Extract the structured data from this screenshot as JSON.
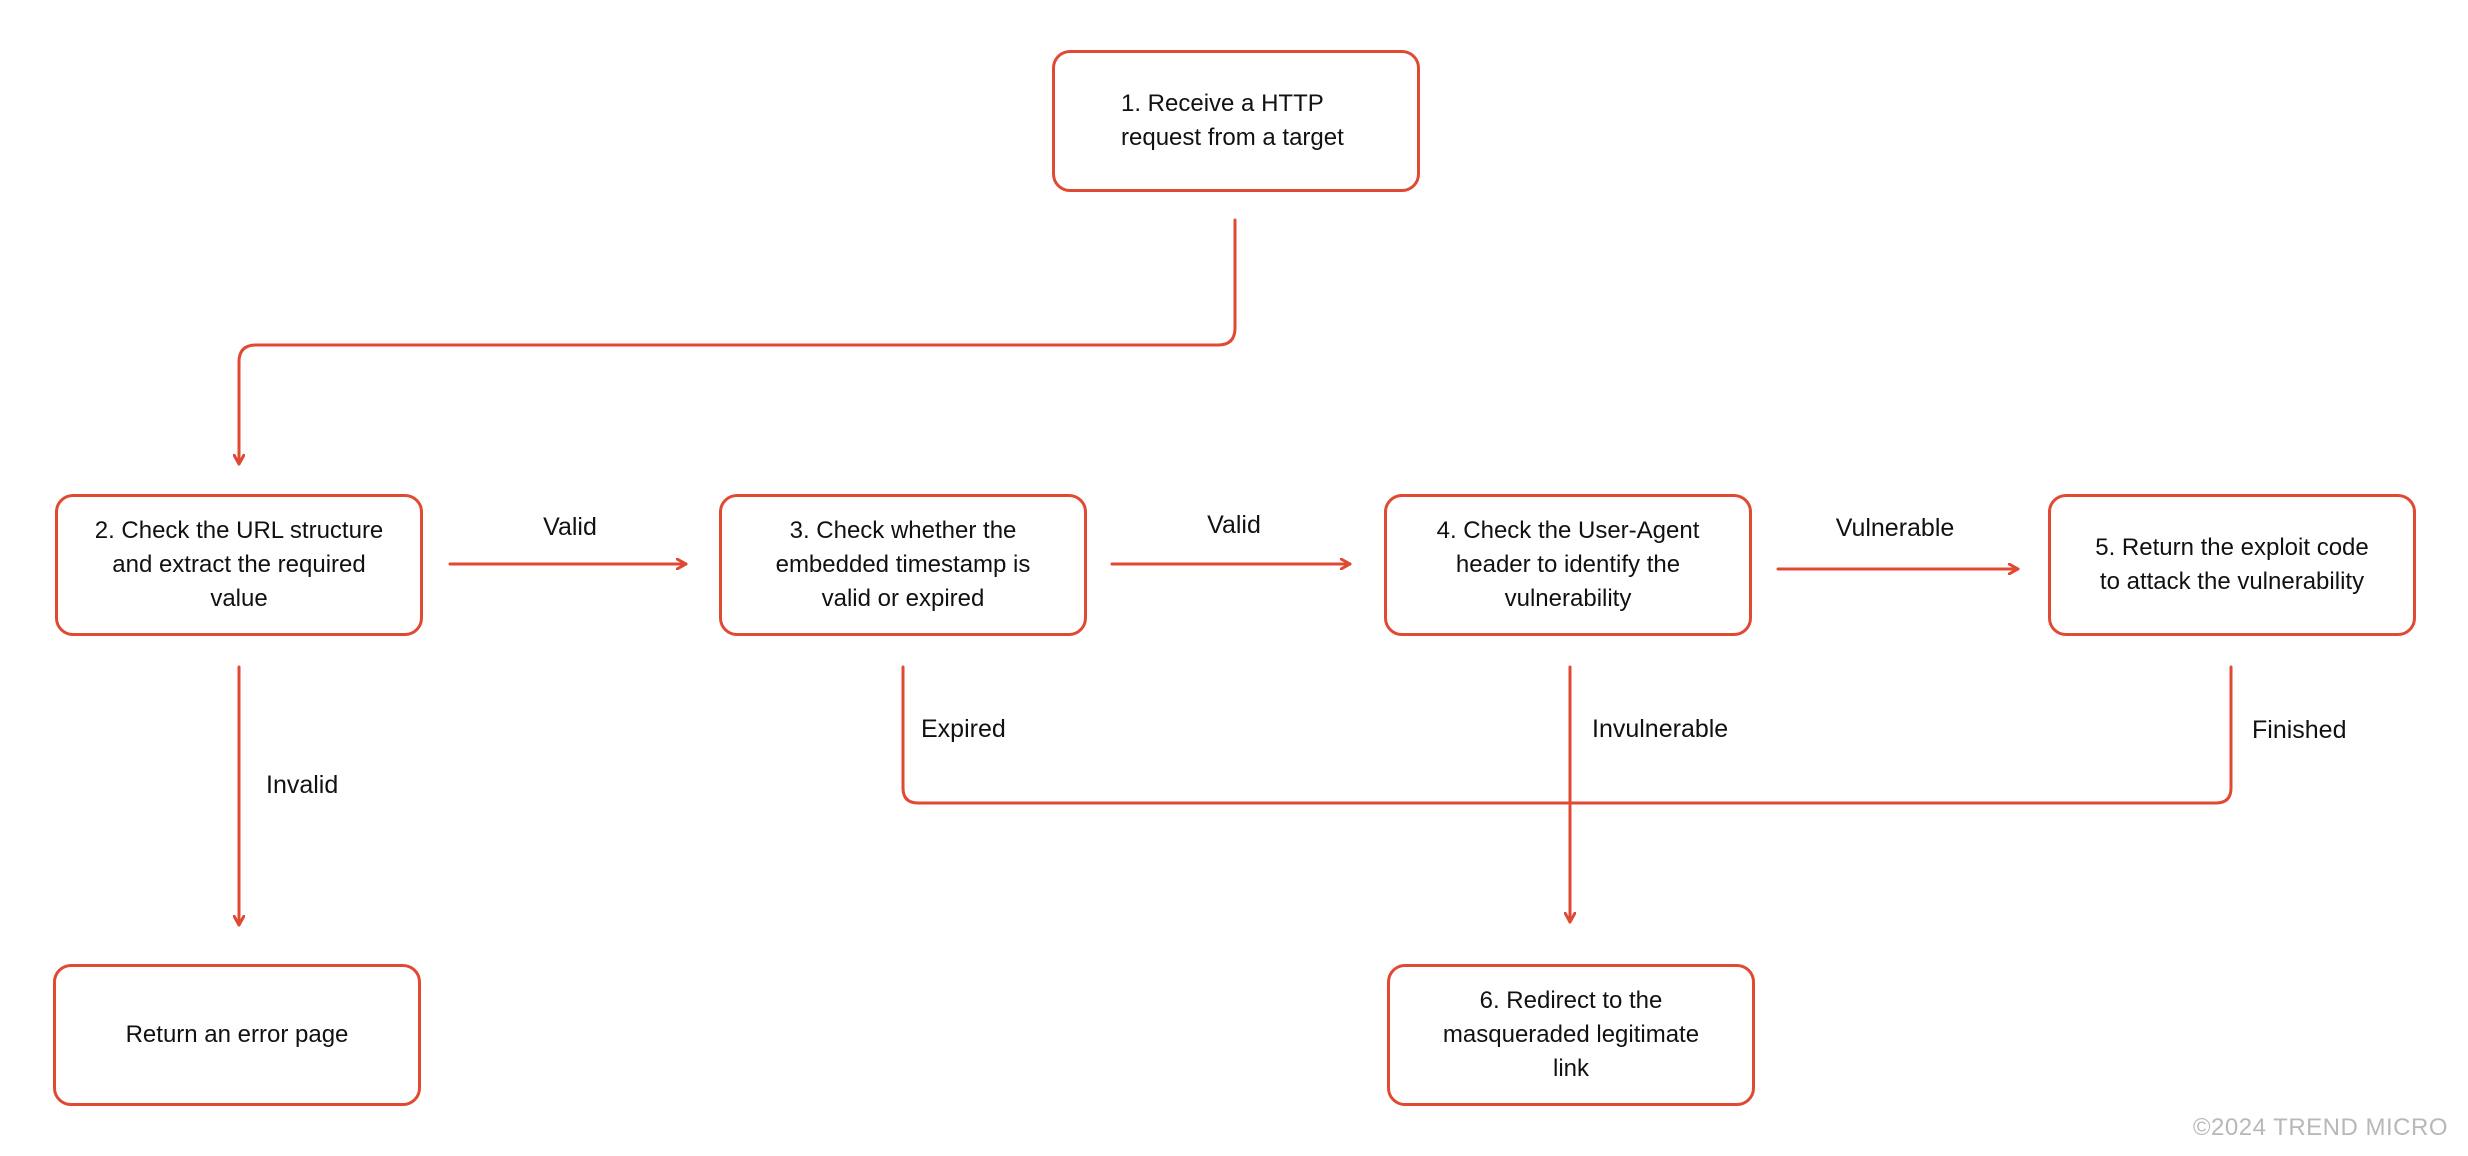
{
  "colors": {
    "accent": "#e04a33",
    "text": "#111111",
    "watermark": "#b8b8b8",
    "background": "#ffffff"
  },
  "nodes": {
    "receive": "1. Receive a HTTP\nrequest from a target",
    "check_url": "2. Check the URL structure\nand extract the required\nvalue",
    "check_timestamp": "3. Check whether the\nembedded timestamp is\nvalid or expired",
    "check_user_agent": "4. Check the User-Agent\nheader to identify the\nvulnerability",
    "return_exploit": "5. Return the exploit code\nto attack the vulnerability",
    "error_page": "Return an error page",
    "redirect": "6. Redirect to the\nmasqueraded legitimate\nlink"
  },
  "edges": {
    "valid_1": "Valid",
    "valid_2": "Valid",
    "vulnerable": "Vulnerable",
    "invalid": "Invalid",
    "expired": "Expired",
    "invulnerable": "Invulnerable",
    "finished": "Finished"
  },
  "footer": {
    "copyright": "©2024 TREND MICRO"
  }
}
